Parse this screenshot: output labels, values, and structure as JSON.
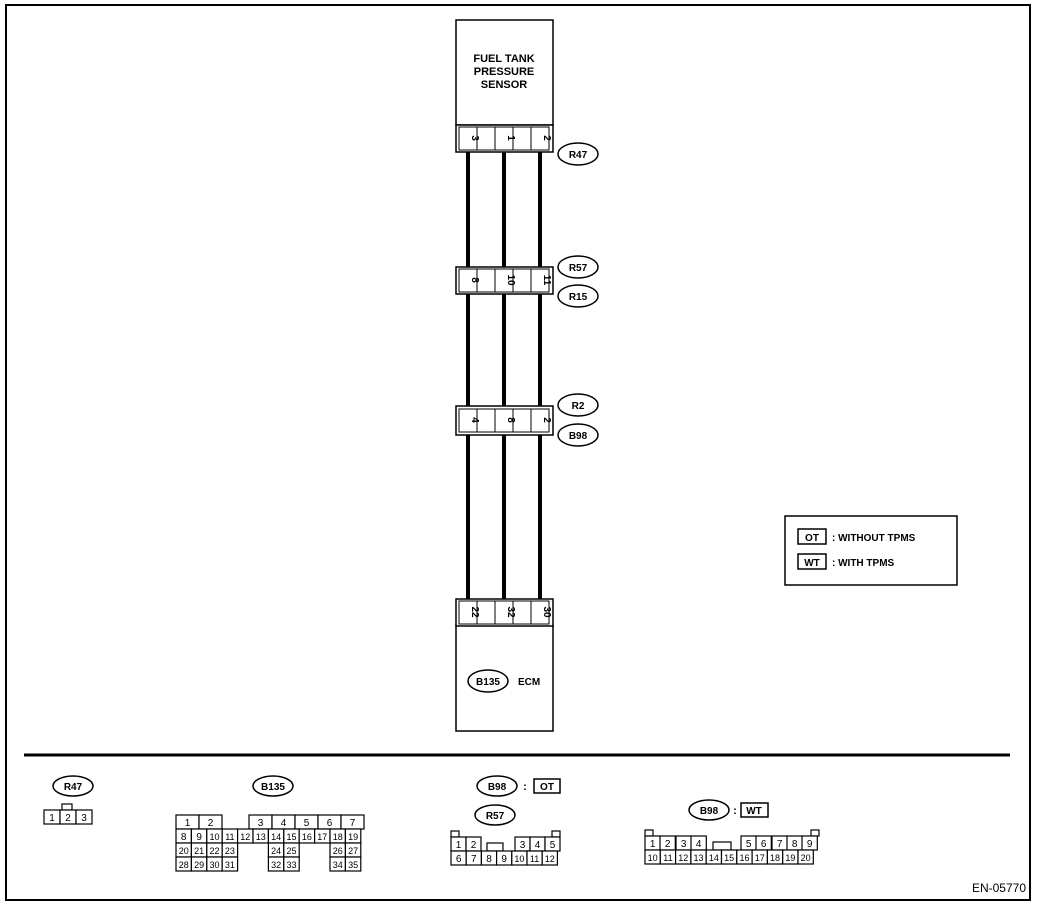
{
  "sensor": {
    "title_lines": [
      "FUEL TANK",
      "PRESSURE",
      "SENSOR"
    ]
  },
  "ecm": {
    "connector": "B135",
    "label": "ECM"
  },
  "connectors": {
    "c1": {
      "pins": [
        "3",
        "1",
        "2"
      ],
      "tags": [
        "R47"
      ]
    },
    "c2": {
      "pins": [
        "8",
        "10",
        "11"
      ],
      "tags": [
        "R57",
        "R15"
      ]
    },
    "c3": {
      "pins": [
        "4",
        "8",
        "2"
      ],
      "tags": [
        "R2",
        "B98"
      ]
    },
    "c4": {
      "pins": [
        "22",
        "32",
        "30"
      ]
    }
  },
  "legend": [
    {
      "code": "OT",
      "text": ": WITHOUT TPMS"
    },
    {
      "code": "WT",
      "text": ": WITH TPMS"
    }
  ],
  "views": {
    "r47": {
      "tag": "R47",
      "pins": [
        "1",
        "2",
        "3"
      ]
    },
    "b135": {
      "tag": "B135",
      "rows": [
        [
          "1",
          "2",
          "",
          "",
          "3",
          "4",
          "5",
          "6",
          "7"
        ],
        [
          "8",
          "9",
          "10",
          "11",
          "12",
          "13",
          "14",
          "15",
          "16",
          "17",
          "18",
          "19"
        ],
        [
          "20",
          "21",
          "22",
          "23",
          "",
          "",
          "24",
          "25",
          "",
          "",
          "26",
          "27"
        ],
        [
          "28",
          "29",
          "30",
          "31",
          "",
          "",
          "32",
          "33",
          "",
          "",
          "34",
          "35"
        ]
      ]
    },
    "b98_ot": {
      "tag": "B98",
      "code": "OT",
      "tag2": "R57",
      "row1": [
        "1",
        "2",
        "",
        "3",
        "4",
        "5"
      ],
      "row2": [
        "6",
        "7",
        "8",
        "9",
        "10",
        "11",
        "12"
      ]
    },
    "b98_wt": {
      "tag": "B98",
      "code": "WT",
      "row1": [
        "1",
        "2",
        "3",
        "4",
        "",
        "5",
        "6",
        "7",
        "8",
        "9"
      ],
      "row2": [
        "10",
        "11",
        "12",
        "13",
        "14",
        "15",
        "16",
        "17",
        "18",
        "19",
        "20"
      ]
    }
  },
  "footer": {
    "code": "EN-05770"
  }
}
